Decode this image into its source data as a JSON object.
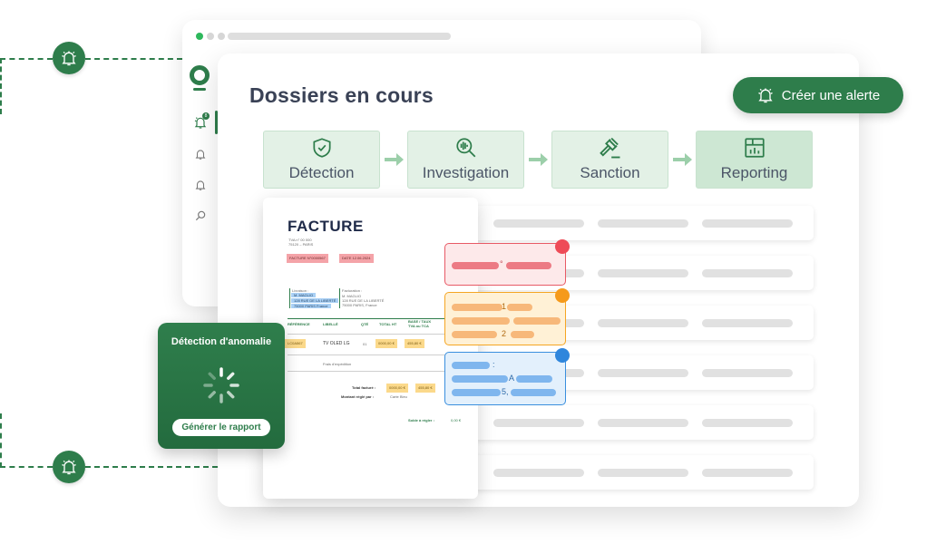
{
  "page": {
    "title": "Dossiers en cours"
  },
  "alert_button": {
    "label": "Créer une alerte"
  },
  "steps": [
    {
      "label": "Détection",
      "icon": "shield-check-icon"
    },
    {
      "label": "Investigation",
      "icon": "magnify-icon"
    },
    {
      "label": "Sanction",
      "icon": "gavel-icon"
    },
    {
      "label": "Reporting",
      "icon": "report-chart-icon"
    }
  ],
  "sidebar": {
    "badge": "8",
    "items": [
      "bell-alert-icon",
      "bell-icon",
      "bell-icon",
      "search-icon"
    ]
  },
  "invoice": {
    "title": "FACTURE",
    "address_lines": [
      "TVA n° 00 000",
      "75120 – PARIS"
    ],
    "number_tag": "FACTURE N°0000567",
    "date_tag": "DATE 12.06.2024",
    "client_label": "Livraison :",
    "client_lines": [
      "M. MAGLIO",
      "128 RUE DE LA LIBERTÉ",
      "75000 PARIS France"
    ],
    "billing_label": "Facturation :",
    "billing_lines": [
      "M. MAGLIO",
      "128 RUE DE LA LIBERTÉ",
      "75000 PARIS, France"
    ],
    "columns": [
      "RÉFÉRENCE",
      "LIBELLÉ",
      "QTÉ",
      "TOTAL HT",
      "BASE / TAUX TVA ou TCA"
    ],
    "row": {
      "ref": "LC0A567",
      "label": "TV OLED LG",
      "qty": "01",
      "total": "0000,00 €",
      "base": "455,80 €"
    },
    "shipping": "Frais d'expédition",
    "total_label": "Total facturé :",
    "total_value": "0000,00 €",
    "total_base": "455,80 €",
    "paid_label": "Montant réglé par :",
    "paid_value": "Carte Bleu",
    "balance_label": "Solde à régler :",
    "balance_value": "0,00 €"
  },
  "notes": {
    "red": {
      "glyphs": [
        "°"
      ]
    },
    "orange": {
      "glyphs": [
        "1",
        "2"
      ]
    },
    "blue": {
      "glyphs": [
        ":",
        "A",
        "5,"
      ]
    }
  },
  "detection_card": {
    "title": "Détection d'anomalie",
    "button_label": "Générer le rapport"
  },
  "colors": {
    "brand": "#2e7d4b",
    "note_red": "#e85a66",
    "note_orange": "#f5a623",
    "note_blue": "#3a8fde"
  }
}
